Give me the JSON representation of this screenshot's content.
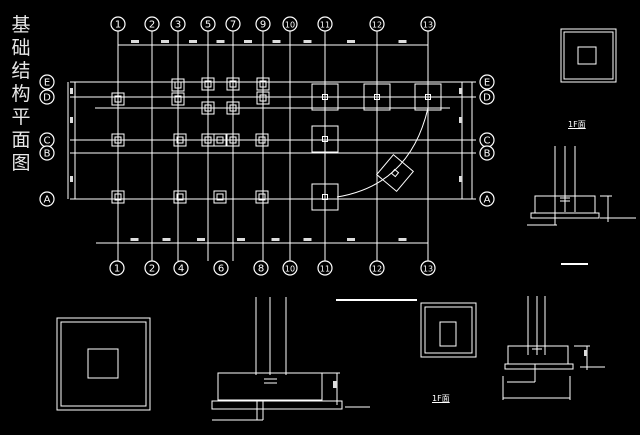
{
  "title": "基础结构平面图",
  "top_axes": [
    "1",
    "2",
    "3",
    "5",
    "7",
    "9",
    "10",
    "11",
    "12",
    "13"
  ],
  "bottom_axes": [
    "1",
    "2",
    "4",
    "6",
    "8",
    "10",
    "11",
    "12",
    "13"
  ],
  "row_axes": [
    "E",
    "D",
    "C",
    "B",
    "A"
  ],
  "section_label_1": "1F面",
  "section_label_2": "1F面",
  "colors": {
    "background": "#000000",
    "line": "#ffffff"
  }
}
